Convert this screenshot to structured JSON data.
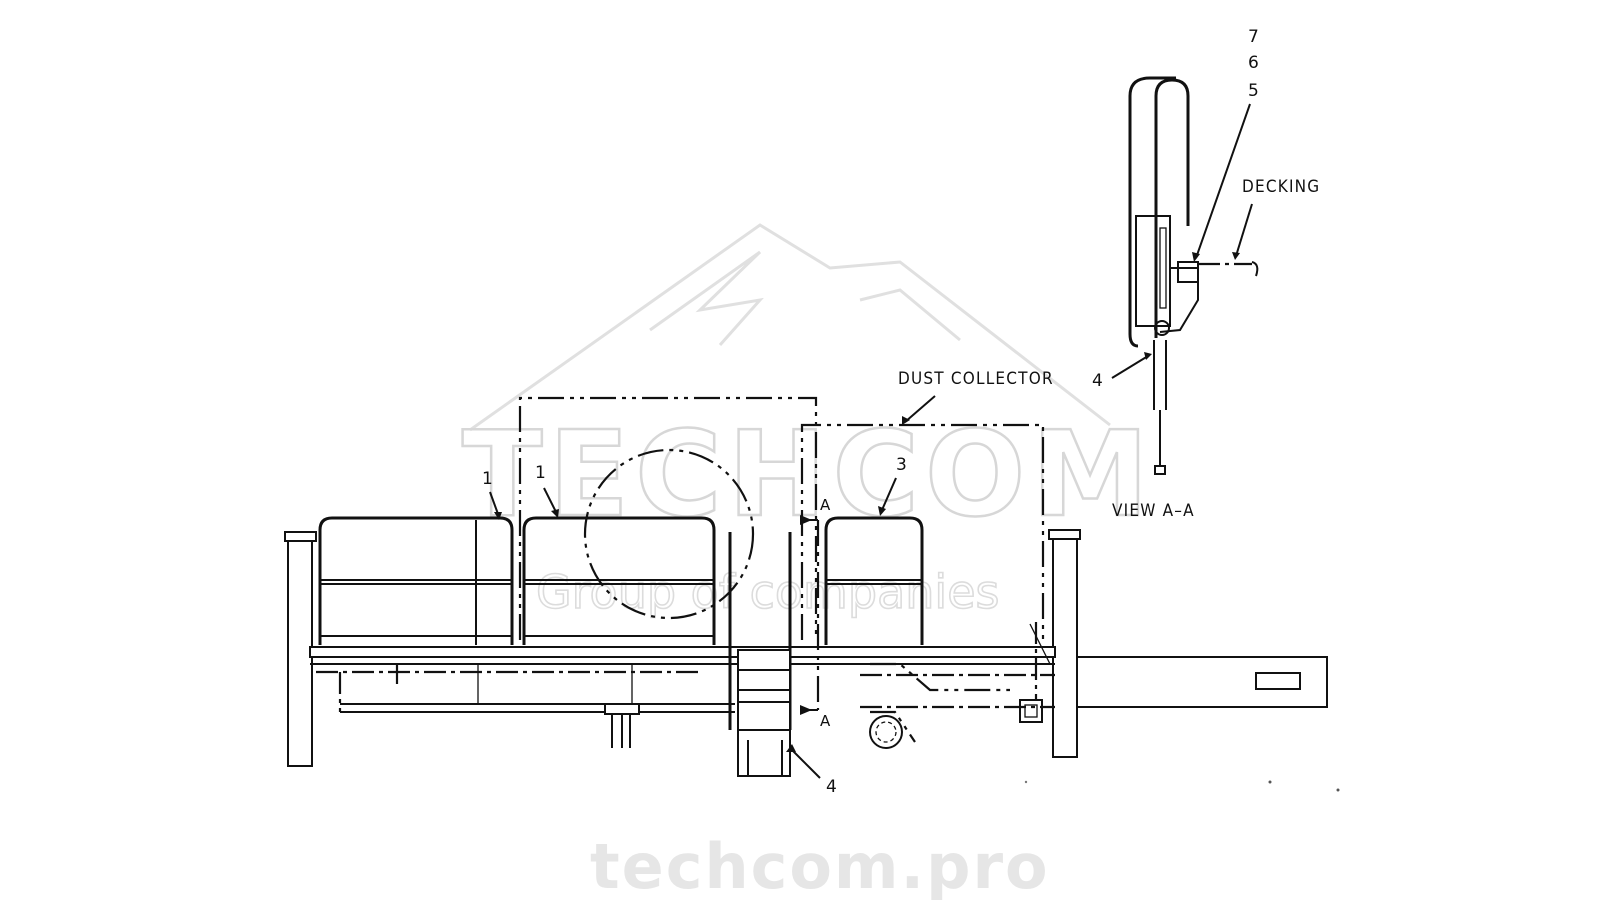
{
  "watermark": {
    "brand": "TECHCOM",
    "tagline": "Group of companies",
    "url": "techcom.pro"
  },
  "labels": {
    "dust_collector": "DUST COLLECTOR",
    "decking": "DECKING",
    "view": "VIEW A–A",
    "section_mark_top": "A",
    "section_mark_bottom": "A"
  },
  "callouts": {
    "c1a": "1",
    "c1b": "1",
    "c3": "3",
    "c4_main": "4",
    "c4_view": "4",
    "c7": "7",
    "c6": "6",
    "c5": "5"
  }
}
